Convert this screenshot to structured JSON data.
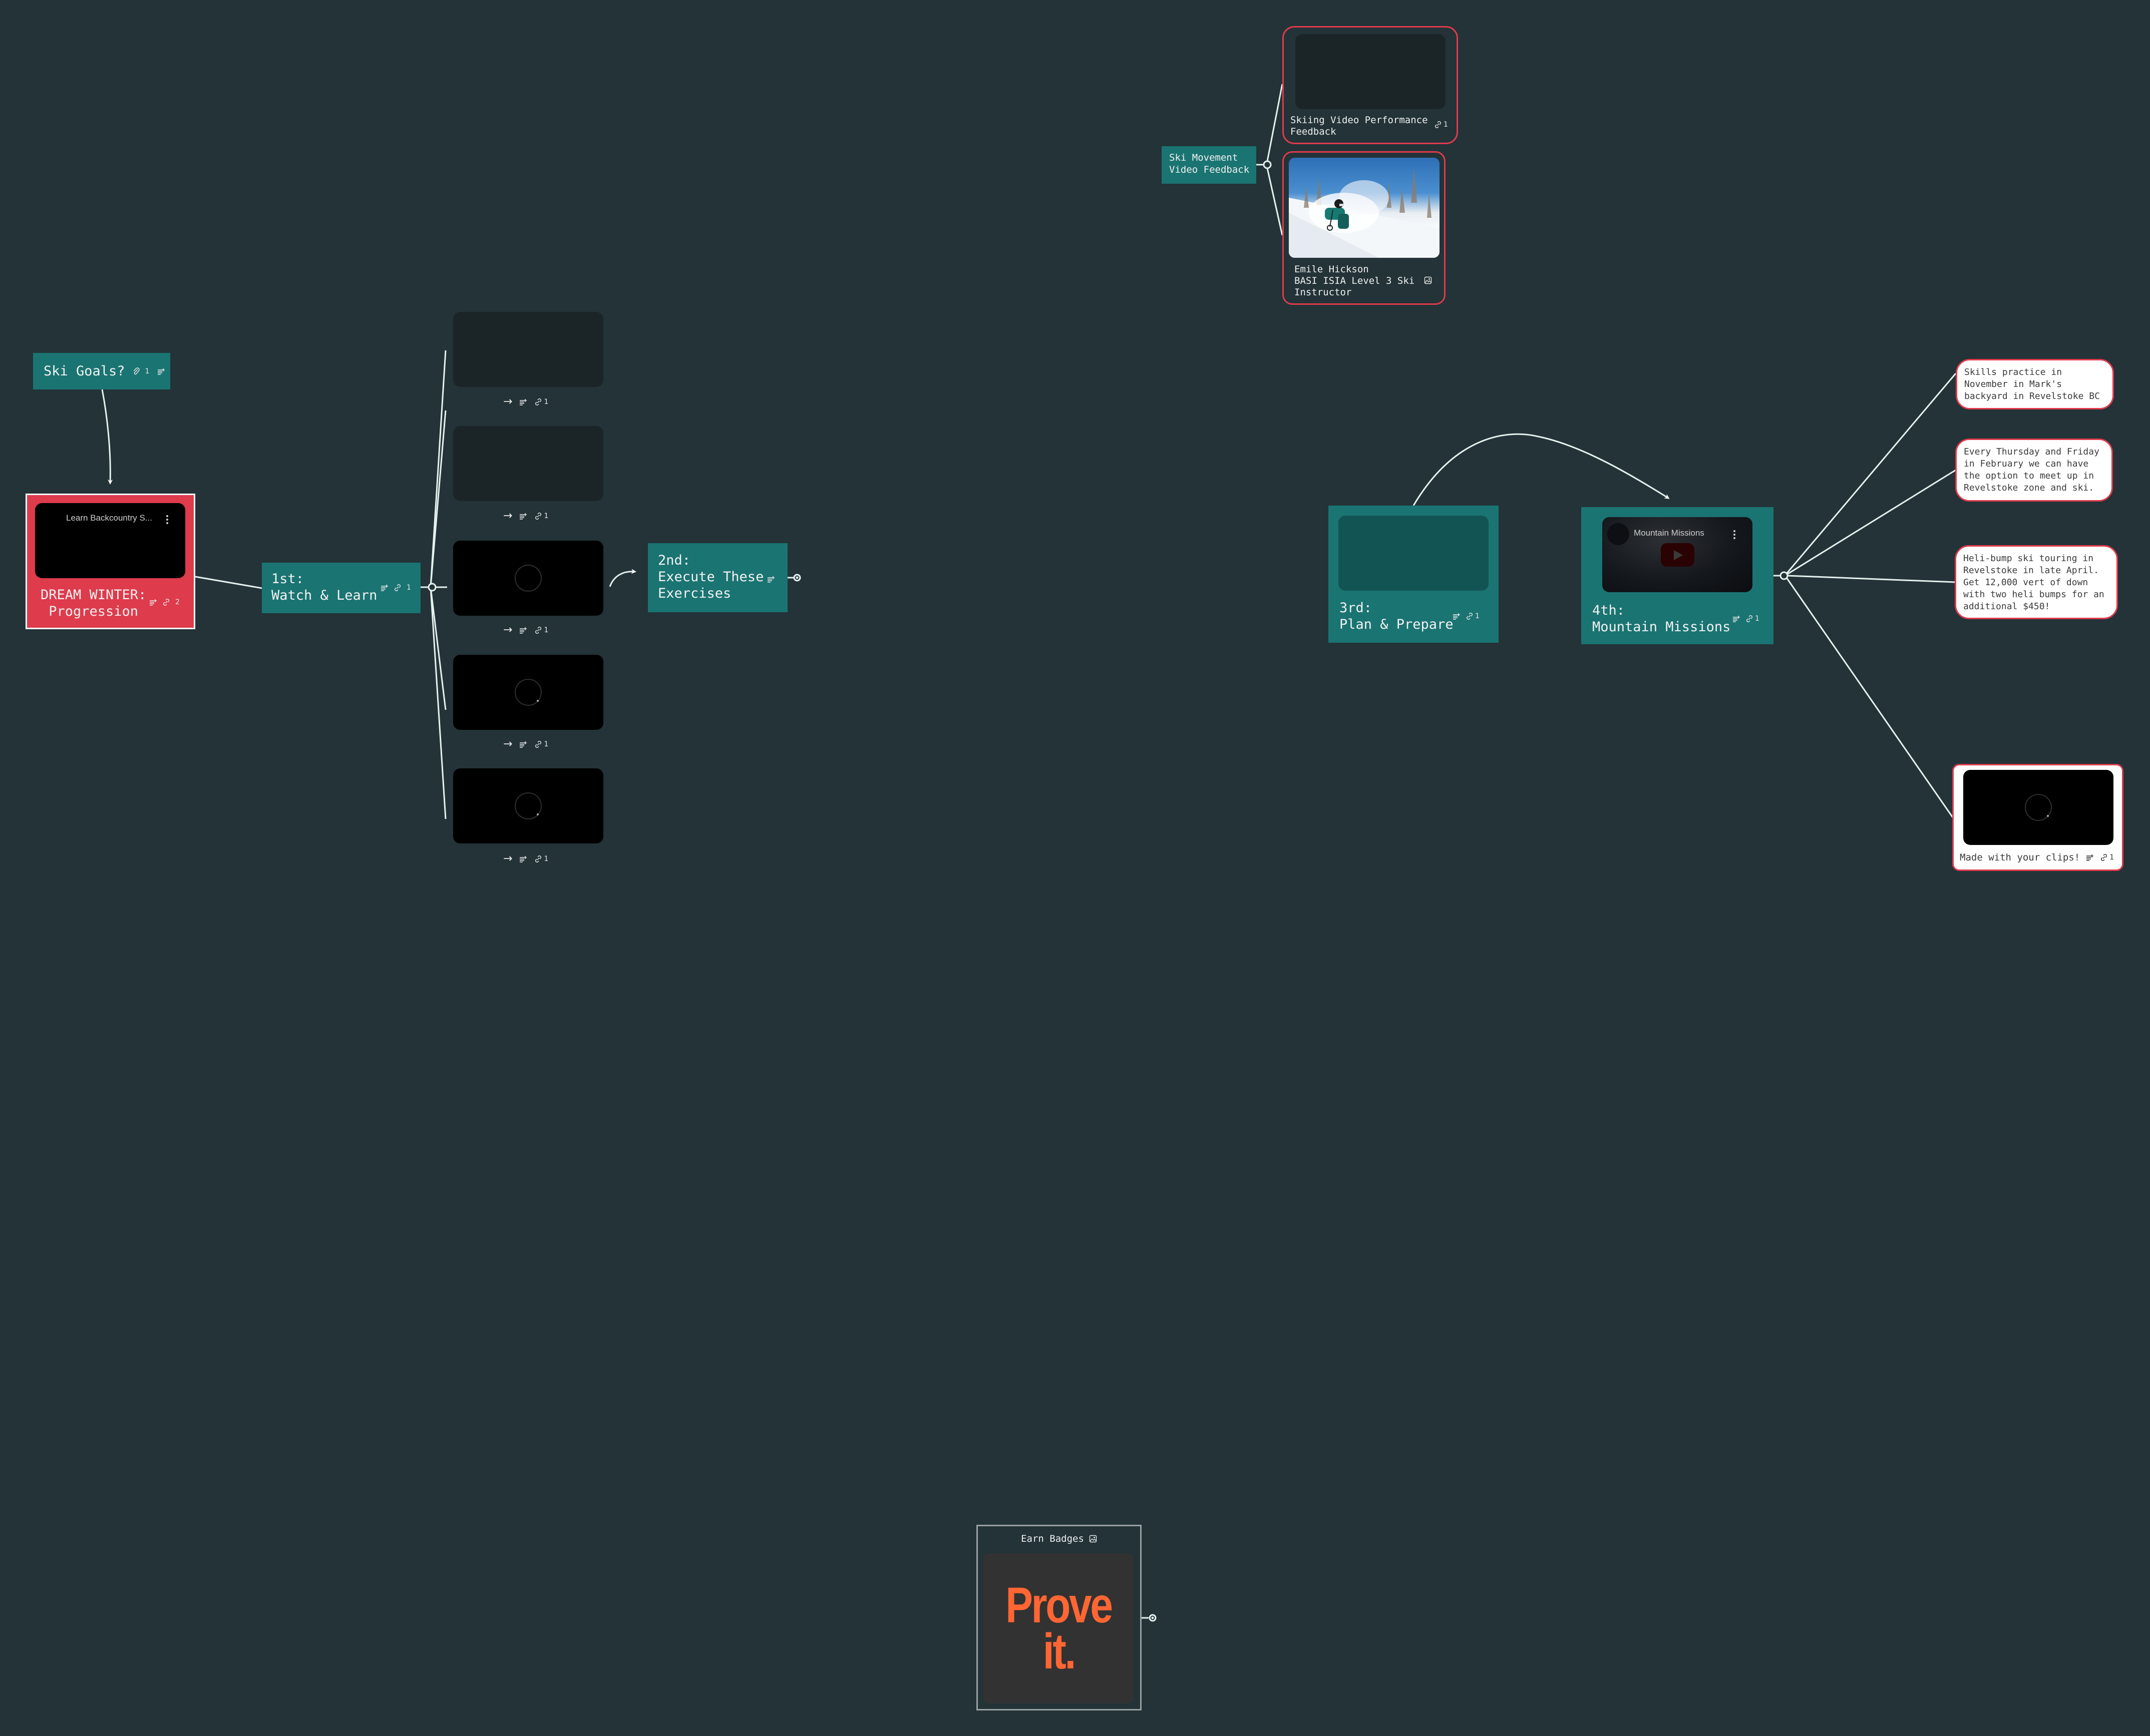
{
  "canvas": {
    "background": "#233338",
    "accent_teal": "#1a7472",
    "accent_red": "#de3b4c",
    "badge_orange": "#ff6633"
  },
  "ski_goals": {
    "title": "Ski Goals?",
    "attachment_count": "1",
    "icons": [
      "paperclip-icon",
      "notes-add-icon"
    ]
  },
  "dream_winter": {
    "video_title": "Learn Backcountry S...",
    "title_line1": "DREAM WINTER:",
    "title_line2": " Progression",
    "link_count": "2",
    "icons": [
      "notes-add-icon",
      "link-icon"
    ]
  },
  "step1": {
    "title_line1": "1st:",
    "title_line2": "Watch & Learn",
    "link_count": "1",
    "videos": [
      {
        "state": "empty",
        "arrow": "→",
        "link_count": "1"
      },
      {
        "state": "empty",
        "arrow": "→",
        "link_count": "1"
      },
      {
        "state": "loading",
        "arrow": "→",
        "link_count": "1"
      },
      {
        "state": "loading",
        "arrow": "→",
        "link_count": "1"
      },
      {
        "state": "loading",
        "arrow": "→",
        "link_count": "1"
      }
    ]
  },
  "step2": {
    "title_line1": "2nd:",
    "title_line2": "Execute These",
    "title_line3": "Exercises"
  },
  "feedback": {
    "hub_title_line1": "Ski Movement",
    "hub_title_line2": "Video Feedback",
    "card1_title_line1": "Skiing Video Performance",
    "card1_title_line2": "Feedback",
    "card1_link_count": "1",
    "card2_line1": "Emile Hickson",
    "card2_line2": "BASI ISIA Level 3 Ski",
    "card2_line3": "Instructor",
    "card2_icon": "image-icon"
  },
  "step3": {
    "title_line1": "3rd:",
    "title_line2": "Plan & Prepare",
    "link_count": "1"
  },
  "step4": {
    "video_title": "Mountain Missions",
    "title_line1": "4th:",
    "title_line2": "Mountain Missions",
    "link_count": "1"
  },
  "notes": [
    {
      "text": "Skills practice in\nNovember in Mark's\nbackyard in Revelstoke BC"
    },
    {
      "text": "Every Thursday and Friday\nin February we can have\nthe option to meet up in\nRevelstoke zone and ski."
    },
    {
      "text": "Heli-bump ski touring in\nRevelstoke in late April.\nGet 12,000 vert of down\nwith two heli bumps for an\nadditional $450!"
    }
  ],
  "clips_card": {
    "caption": "Made with your clips!",
    "link_count": "1"
  },
  "badges": {
    "title": "Earn Badges",
    "image_text_line1": "Prove",
    "image_text_line2": "it."
  }
}
